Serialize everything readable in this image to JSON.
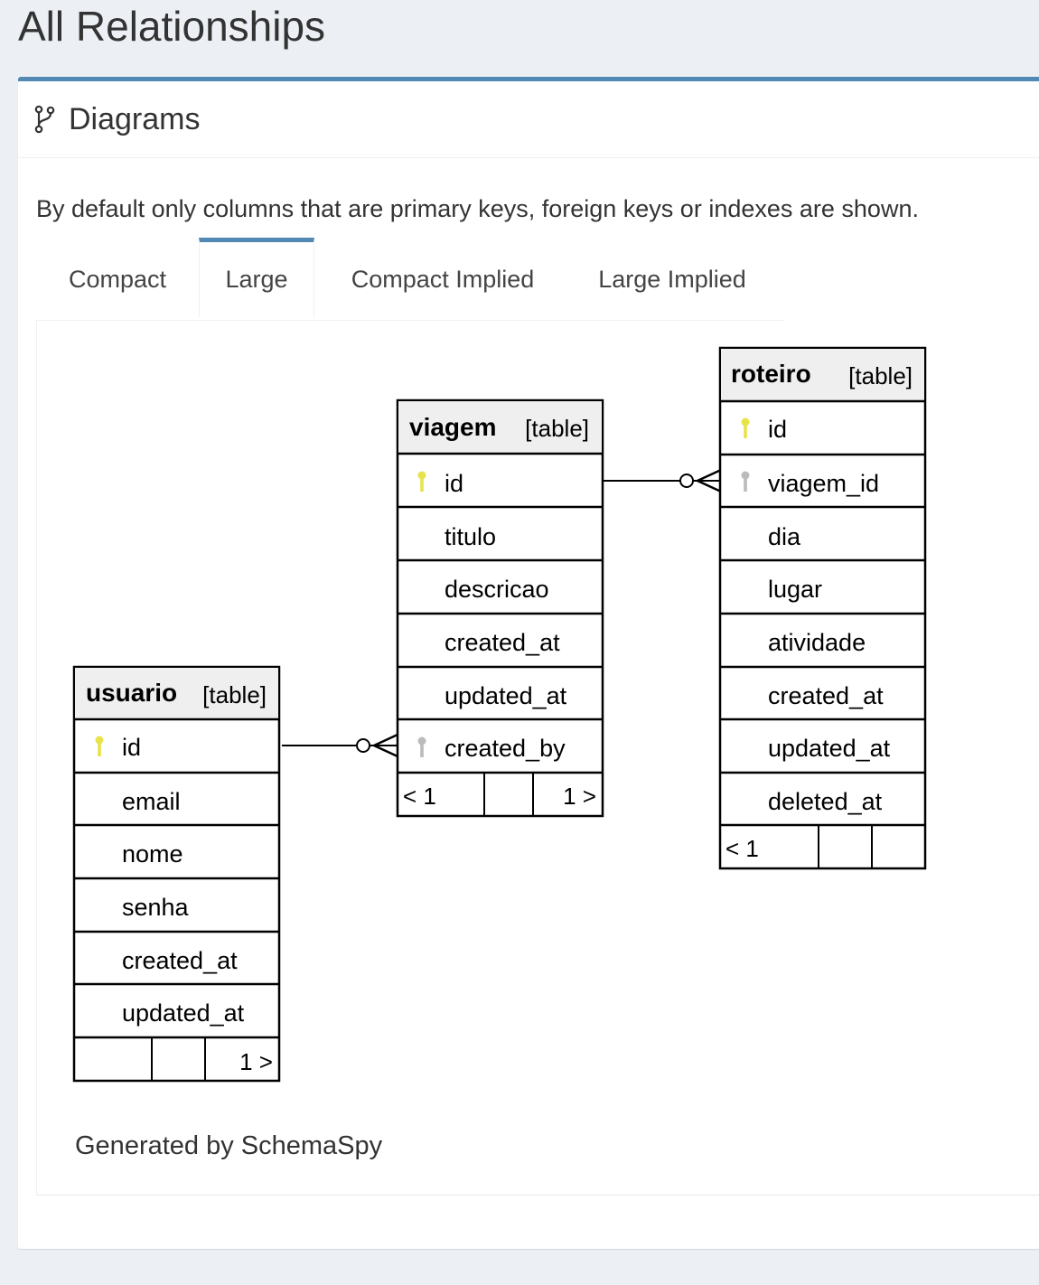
{
  "page": {
    "title": "All Relationships"
  },
  "panel": {
    "title": "Diagrams",
    "icon": "branch-icon",
    "description": "By default only columns that are primary keys, foreign keys or indexes are shown."
  },
  "tabs": [
    {
      "label": "Compact",
      "active": false
    },
    {
      "label": "Large",
      "active": true
    },
    {
      "label": "Compact Implied",
      "active": false
    },
    {
      "label": "Large Implied",
      "active": false
    }
  ],
  "diagram": {
    "colors": {
      "border": "#000000",
      "header_fill": "#efefef",
      "primary_key_icon": "#e7e34a",
      "foreign_key_icon": "#bbbbbb"
    },
    "tables": [
      {
        "name": "viagem",
        "kind": "[table]",
        "columns": [
          {
            "name": "id",
            "key": "primary"
          },
          {
            "name": "titulo",
            "key": ""
          },
          {
            "name": "descricao",
            "key": ""
          },
          {
            "name": "created_at",
            "key": ""
          },
          {
            "name": "updated_at",
            "key": ""
          },
          {
            "name": "created_by",
            "key": "foreign"
          }
        ],
        "footer": [
          "< 1",
          "",
          "1 >"
        ]
      },
      {
        "name": "roteiro",
        "kind": "[table]",
        "columns": [
          {
            "name": "id",
            "key": "primary"
          },
          {
            "name": "viagem_id",
            "key": "foreign"
          },
          {
            "name": "dia",
            "key": ""
          },
          {
            "name": "lugar",
            "key": ""
          },
          {
            "name": "atividade",
            "key": ""
          },
          {
            "name": "created_at",
            "key": ""
          },
          {
            "name": "updated_at",
            "key": ""
          },
          {
            "name": "deleted_at",
            "key": ""
          }
        ],
        "footer": [
          "< 1",
          "",
          ""
        ]
      },
      {
        "name": "usuario",
        "kind": "[table]",
        "columns": [
          {
            "name": "id",
            "key": "primary"
          },
          {
            "name": "email",
            "key": ""
          },
          {
            "name": "nome",
            "key": ""
          },
          {
            "name": "senha",
            "key": ""
          },
          {
            "name": "created_at",
            "key": ""
          },
          {
            "name": "updated_at",
            "key": ""
          }
        ],
        "footer": [
          "",
          "",
          "1 >"
        ]
      }
    ],
    "relationships": [
      {
        "from_table": "roteiro",
        "from_column": "viagem_id",
        "to_table": "viagem",
        "to_column": "id"
      },
      {
        "from_table": "viagem",
        "from_column": "created_by",
        "to_table": "usuario",
        "to_column": "id"
      }
    ],
    "generated_by": "Generated by SchemaSpy"
  }
}
